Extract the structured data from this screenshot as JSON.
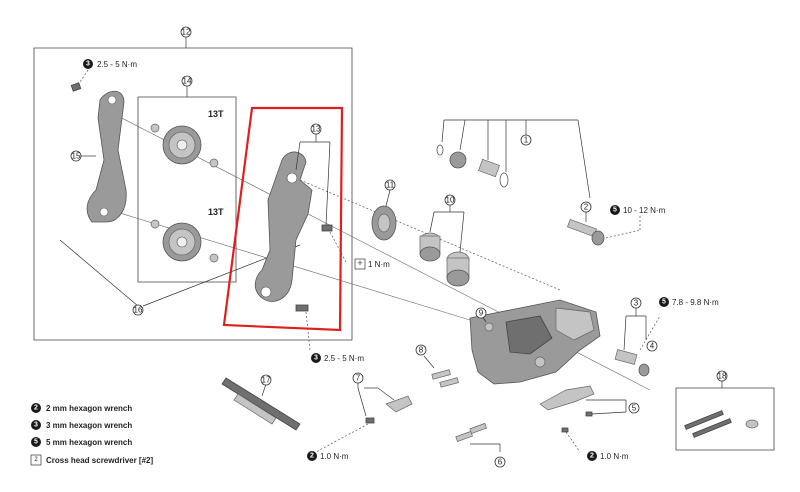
{
  "callouts": [
    "1",
    "2",
    "3",
    "4",
    "5",
    "6",
    "7",
    "8",
    "9",
    "10",
    "11",
    "12",
    "13",
    "14",
    "15",
    "16",
    "17",
    "18"
  ],
  "torques": {
    "top_left": {
      "tool": "3",
      "text": "2.5 - 5 N·m"
    },
    "right_top": {
      "tool": "5",
      "text": "10 - 12 N·m"
    },
    "right_mid": {
      "tool": "5",
      "text": "7.8 - 9.8 N·m"
    },
    "pulley_screw_top": {
      "tool": "screwdriver",
      "text": "1 N·m"
    },
    "pulley_screw_bottom": {
      "tool": "3",
      "text": "2.5 - 5 N·m"
    },
    "bottom_left": {
      "tool": "2",
      "text": "1.0 N·m"
    },
    "bottom_right": {
      "tool": "2",
      "text": "1.0 N·m"
    }
  },
  "pulleys": {
    "top_teeth": "13T",
    "bottom_teeth": "13T"
  },
  "legend": [
    {
      "badge": "2",
      "text": "2 mm hexagon wrench"
    },
    {
      "badge": "3",
      "text": "3 mm hexagon wrench"
    },
    {
      "badge": "5",
      "text": "5 mm hexagon wrench"
    },
    {
      "badge": "2",
      "text": "Cross head screwdriver [#2]",
      "kind": "screwdriver"
    }
  ],
  "highlight_color": "#e0201e",
  "colors": {
    "badge": "#1a1a1a",
    "part": "#9a9a9a"
  }
}
